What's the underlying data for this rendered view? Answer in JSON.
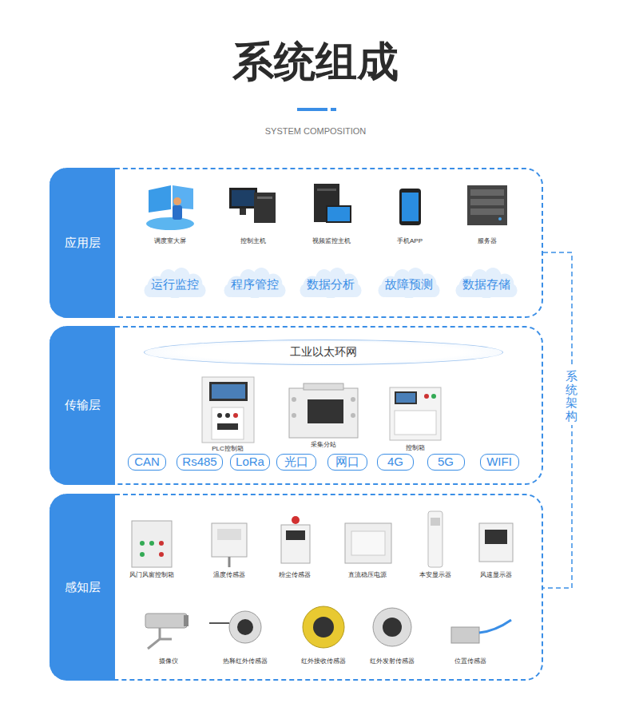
{
  "diagram": {
    "title": "系统组成",
    "nodes": [
      {
        "text": [
          "应用层"
        ]
      },
      {
        "text": [
          "运行监控"
        ],
        "in": 0
      },
      {
        "text": [
          "程序管控"
        ],
        "in": 0
      },
      {
        "text": [
          "数据分析"
        ],
        "in": 0
      },
      {
        "text": [
          "故障预测"
        ],
        "in": 0
      },
      {
        "text": [
          "数据存储"
        ],
        "in": 0
      },
      {
        "text": [
          "传输层"
        ]
      },
      {
        "text": [
          "工业以太环网"
        ],
        "in": 6
      },
      {
        "text": [
          "CAN"
        ],
        "in": 6
      },
      {
        "text": [
          "Rs485"
        ],
        "in": 6
      },
      {
        "text": [
          "LoRa"
        ],
        "in": 6
      },
      {
        "text": [
          "光口"
        ],
        "in": 6
      },
      {
        "text": [
          "网口"
        ],
        "in": 6
      },
      {
        "text": [
          "4G"
        ],
        "in": 6
      },
      {
        "text": [
          "5G"
        ],
        "in": 6
      },
      {
        "text": [
          "WIFI"
        ],
        "in": 6
      },
      {
        "text": [
          "感知层"
        ]
      }
    ],
    "labels": [
      "SYSTEM COMPOSITION",
      "调度室大屏",
      "控制主机",
      "视频监控主机",
      "手机APP",
      "服务器",
      "PLC控制箱",
      "采集分站",
      "控制箱",
      "风门风窗控制箱",
      "温度传感器",
      "粉尘传感器",
      "直流稳压电源",
      "本安显示器",
      "风速显示器",
      "摄像仪",
      "热释红外传感器",
      "红外接收传感器",
      "红外发射传感器",
      "位置传感器",
      "系统架构"
    ]
  }
}
